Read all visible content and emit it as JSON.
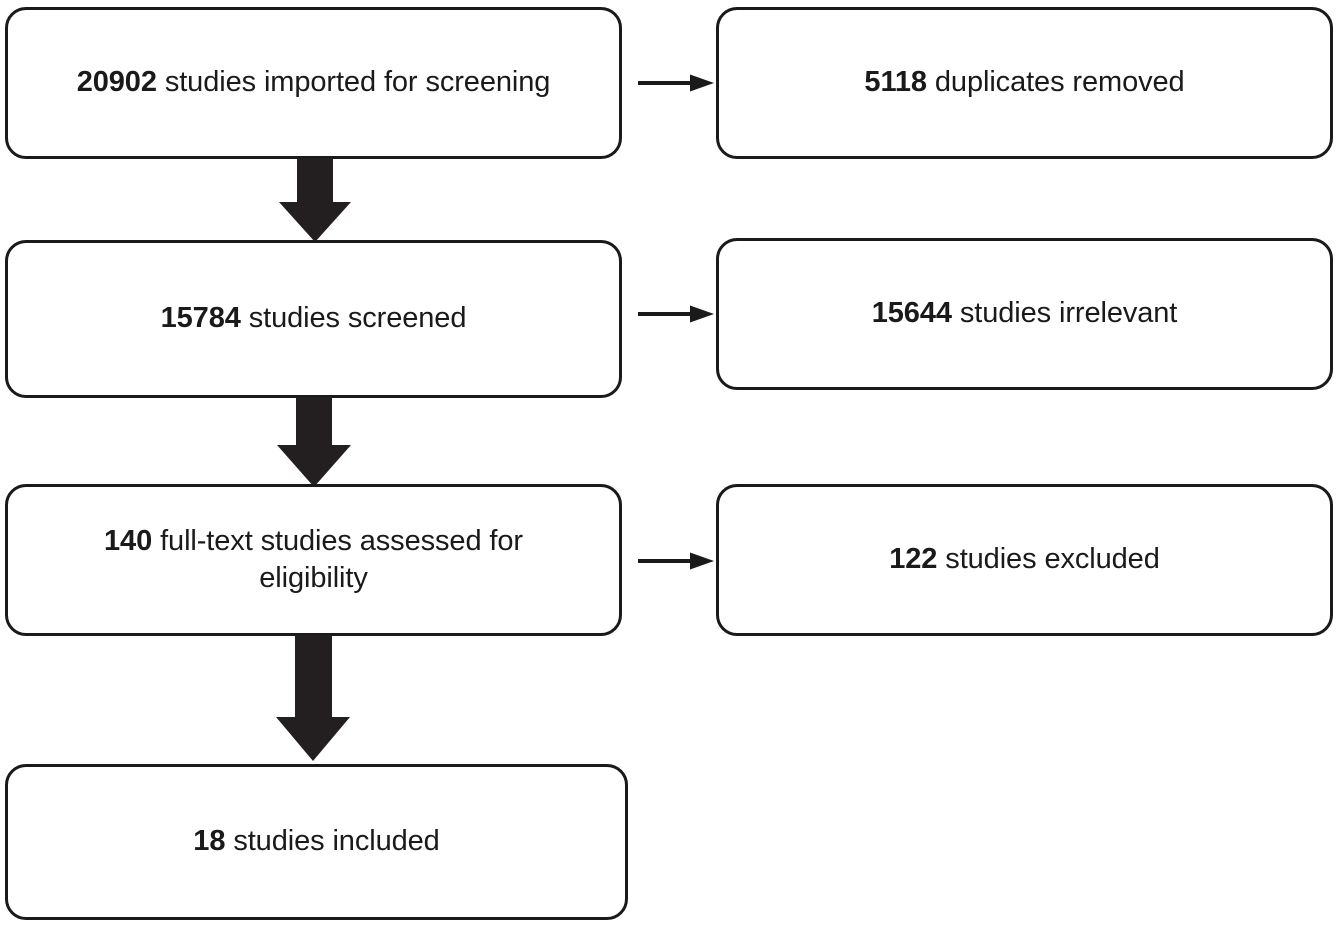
{
  "diagram": {
    "type": "prisma-flow-diagram",
    "title": "PRISMA study selection flow",
    "colors": {
      "stroke": "#1a1a1a",
      "fill": "#ffffff",
      "text": "#1a1a1a"
    },
    "boxes": [
      {
        "id": "imported",
        "count": "20902",
        "label": " studies imported for screening",
        "full_text": "20902 studies imported for screening",
        "column": "left",
        "row": 1
      },
      {
        "id": "duplicates",
        "count": "5118",
        "label": " duplicates removed",
        "full_text": "5118 duplicates removed",
        "column": "right",
        "row": 1
      },
      {
        "id": "screened",
        "count": "15784",
        "label": " studies screened",
        "full_text": "15784 studies screened",
        "column": "left",
        "row": 2
      },
      {
        "id": "irrelevant",
        "count": "15644",
        "label": " studies irrelevant",
        "full_text": "15644 studies irrelevant",
        "column": "right",
        "row": 2
      },
      {
        "id": "fulltext",
        "count": "140",
        "label": " full-text studies assessed for eligibility",
        "full_text": "140 full-text studies assessed for eligibility",
        "column": "left",
        "row": 3
      },
      {
        "id": "excluded",
        "count": "122",
        "label": " studies excluded",
        "full_text": "122 studies excluded",
        "column": "right",
        "row": 3
      },
      {
        "id": "included",
        "count": "18",
        "label": " studies included",
        "full_text": "18 studies included",
        "column": "left",
        "row": 4
      }
    ],
    "connectors": [
      {
        "id": "imported-to-duplicates",
        "kind": "thin-arrow-right",
        "from": "imported",
        "to": "duplicates"
      },
      {
        "id": "imported-to-screened",
        "kind": "block-arrow-down",
        "from": "imported",
        "to": "screened"
      },
      {
        "id": "screened-to-irrelevant",
        "kind": "thin-arrow-right",
        "from": "screened",
        "to": "irrelevant"
      },
      {
        "id": "screened-to-fulltext",
        "kind": "block-arrow-down",
        "from": "screened",
        "to": "fulltext"
      },
      {
        "id": "fulltext-to-excluded",
        "kind": "thin-arrow-right",
        "from": "fulltext",
        "to": "excluded"
      },
      {
        "id": "fulltext-to-included",
        "kind": "block-arrow-down",
        "from": "fulltext",
        "to": "included"
      }
    ]
  }
}
